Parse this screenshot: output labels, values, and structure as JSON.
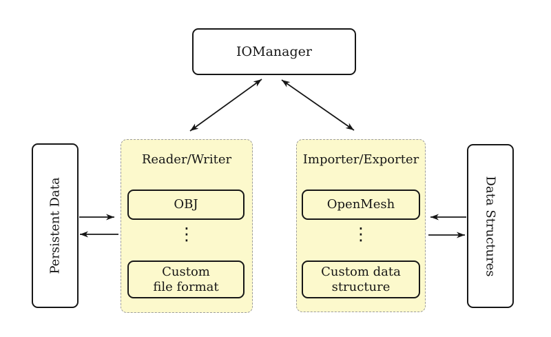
{
  "nodes": {
    "iomanager": {
      "label": "IOManager"
    },
    "persistent_data": {
      "label": "Persistent Data"
    },
    "data_structures": {
      "label": "Data Structures"
    },
    "reader_writer": {
      "title": "Reader/Writer",
      "dots": "⋮",
      "items": [
        {
          "label": "OBJ"
        },
        {
          "line1": "Custom",
          "line2": "file format"
        }
      ]
    },
    "importer_exporter": {
      "title": "Importer/Exporter",
      "dots": "⋮",
      "items": [
        {
          "label": "OpenMesh"
        },
        {
          "line1": "Custom data",
          "line2": "structure"
        }
      ]
    }
  },
  "colors": {
    "background": "#ffffff",
    "group_fill": "#fcf9cc",
    "group_border": "#9b9b9b",
    "node_border": "#161616",
    "node_fill": "#ffffff",
    "arrow": "#161616"
  }
}
